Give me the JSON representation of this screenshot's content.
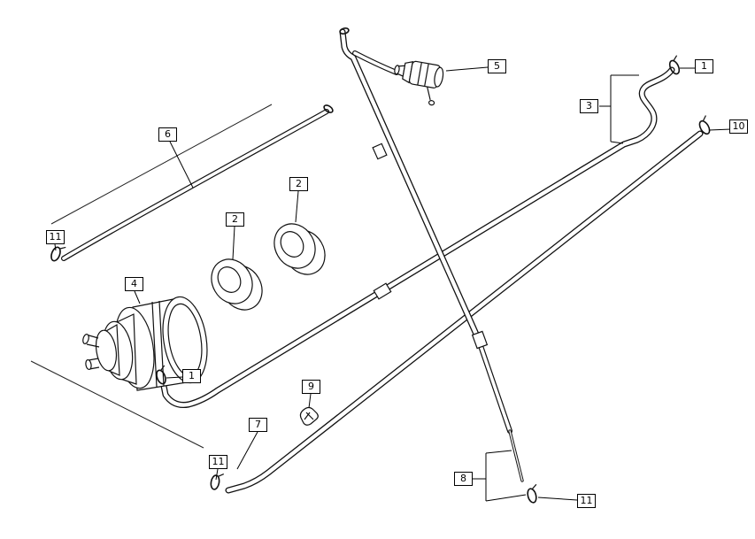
{
  "diagram": {
    "type": "exploded-parts-line-diagram",
    "background_color": "#ffffff",
    "line_color": "#111111",
    "callouts": [
      {
        "label": "1",
        "points_to": "hose-clamp-top-right"
      },
      {
        "label": "10",
        "points_to": "hose-clamp-right-edge"
      },
      {
        "label": "3",
        "points_to": "s-bend-pipe"
      },
      {
        "label": "5",
        "points_to": "check-valve"
      },
      {
        "label": "6",
        "points_to": "long-hose-upper-left"
      },
      {
        "label": "11",
        "points_to": "hose-clamp-left"
      },
      {
        "label": "2",
        "points_to": "protector-sleeve-lower"
      },
      {
        "label": "2",
        "points_to": "protector-sleeve-upper"
      },
      {
        "label": "4",
        "points_to": "vapor-canister"
      },
      {
        "label": "1",
        "points_to": "hose-clamp-at-canister"
      },
      {
        "label": "9",
        "points_to": "retaining-clip"
      },
      {
        "label": "7",
        "points_to": "lower-elbow-pipe"
      },
      {
        "label": "11",
        "points_to": "hose-clamp-bottom-left"
      },
      {
        "label": "8",
        "points_to": "long-pipe-lower-right"
      },
      {
        "label": "11",
        "points_to": "hose-clamp-bottom-right"
      }
    ]
  }
}
